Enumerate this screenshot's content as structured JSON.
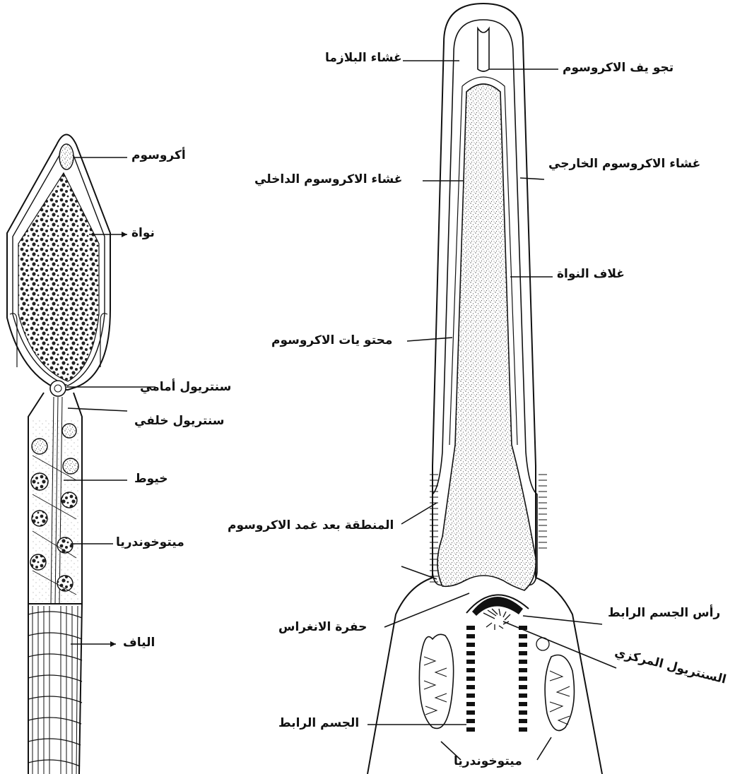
{
  "colors": {
    "ink": "#111111",
    "background": "#ffffff",
    "stipple": "#555555"
  },
  "left_figure": {
    "labels": {
      "acrosome": "أكروسوم",
      "nucleus": "نواة",
      "proximal_centriole": "سنتريول أمامي",
      "distal_centriole": "سنتريول خلفي",
      "filaments": "خيوط",
      "mitochondria": "ميتوخوندريا",
      "fibers": "الياف"
    }
  },
  "right_figure": {
    "labels": {
      "plasma_membrane": "غشاء البلازما",
      "acrosome_cavity": "تجو يف الاكروسوم",
      "outer_acrosome_membrane": "غشاء الاكروسوم الخارجي",
      "inner_acrosome_membrane": "غشاء الاكروسوم الداخلي",
      "nuclear_envelope": "غلاف النواة",
      "acrosome_contents": "محتو يات الاكروسوم",
      "postacrosomal_region": "المنطقة بعد غمد الاكروسوم",
      "connecting_piece_head": "رأس الجسم الرابط",
      "implantation_fossa": "حفرة الانغراس",
      "central_centriole": "السنتريول المركزي",
      "connecting_piece": "الجسم الرابط",
      "mitochondria": "ميتوخوندريا"
    }
  }
}
